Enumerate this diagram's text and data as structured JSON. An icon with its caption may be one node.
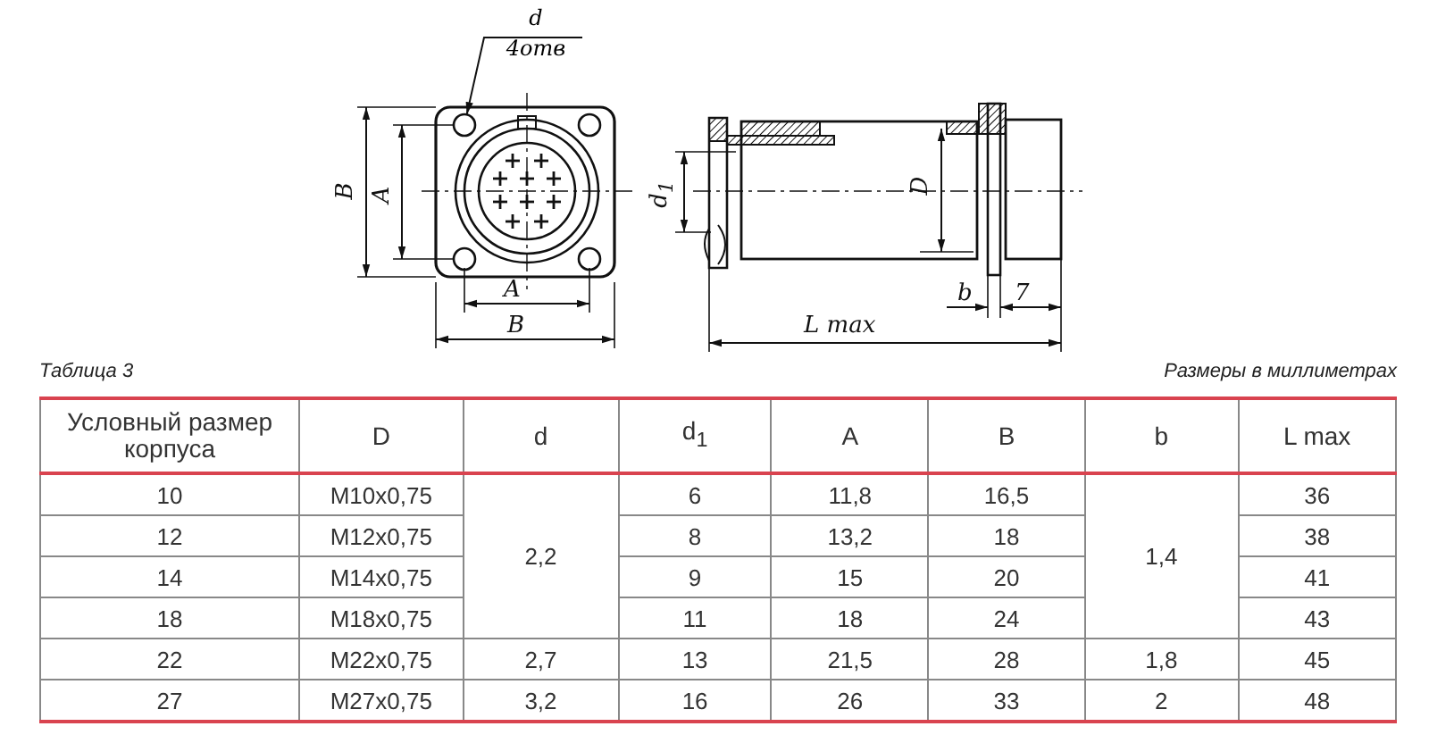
{
  "diagram": {
    "nodes": [
      {
        "text": [
          "d",
          "4отв"
        ]
      },
      {
        "text": [],
        "shape": "circle"
      }
    ],
    "edges": [
      {
        "from": 0,
        "to": 1,
        "arrow": "to"
      }
    ],
    "labels": [
      "B",
      "A",
      "A",
      "B",
      "d$_{1}$",
      "D",
      "b",
      "7",
      "L max",
      "Таблица 3",
      "Размеры в миллиметрах",
      "Условный размер корпуса",
      "D",
      "d",
      "d$_{1}$",
      "A",
      "B",
      "b",
      "L max",
      "10",
      "M10x0,75",
      "2,2",
      "6",
      "11,8",
      "16,5",
      "1,4",
      "36",
      "12",
      "M12x0,75",
      "8",
      "13,2",
      "18",
      "38",
      "14",
      "M14x0,75",
      "9",
      "15",
      "20",
      "41",
      "18",
      "M18x0,75",
      "11",
      "18",
      "24",
      "43",
      "22",
      "M22x0,75",
      "2,7",
      "13",
      "21,5",
      "28",
      "1,8",
      "45",
      "27",
      "M27x0,75",
      "3,2",
      "16",
      "26",
      "33",
      "2",
      "48"
    ]
  }
}
